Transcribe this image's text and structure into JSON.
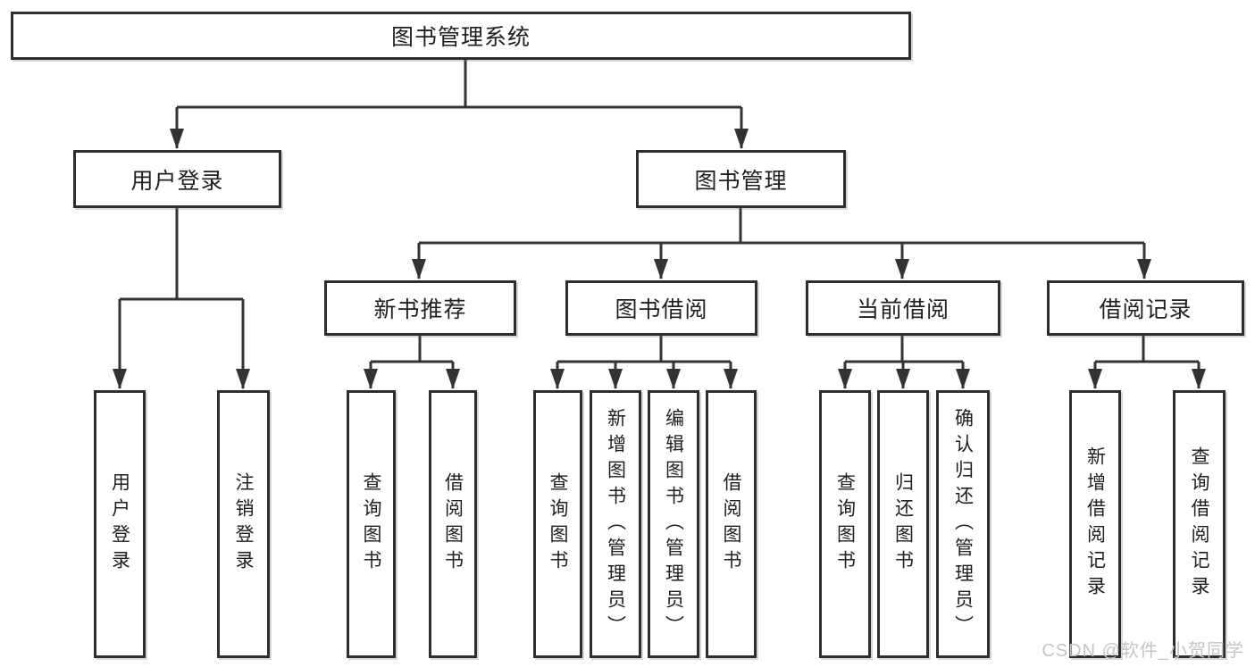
{
  "nodes": {
    "root": "图书管理系统",
    "user_login": "用户登录",
    "book_management": "图书管理",
    "new_book_recommend": "新书推荐",
    "book_borrowing": "图书借阅",
    "current_borrowing": "当前借阅",
    "borrowing_records": "借阅记录"
  },
  "leaves": {
    "user": [
      "用户登录",
      "注销登录"
    ],
    "recommend": [
      "查询图书",
      "借阅图书"
    ],
    "borrowing": [
      "查询图书",
      "新增图书（管理员）",
      "编辑图书（管理员）",
      "借阅图书"
    ],
    "current": [
      "查询图书",
      "归还图书",
      "确认归还（管理员）"
    ],
    "records": [
      "新增借阅记录",
      "查询借阅记录"
    ]
  },
  "watermark": "CSDN @软件_小贺同学",
  "colors": {
    "line": "#333333",
    "border": "#2e2e2e",
    "text": "#1f1f1f",
    "background": "#ffffff",
    "watermark": "#c9c3c3"
  }
}
